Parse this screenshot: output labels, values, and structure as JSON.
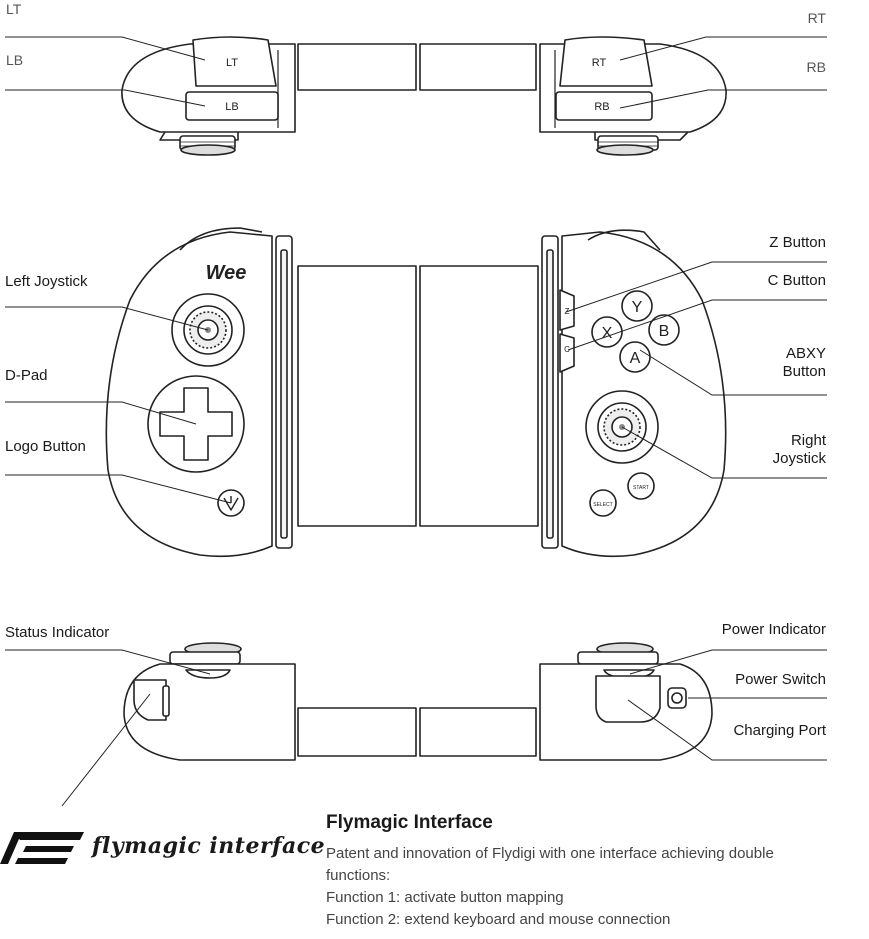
{
  "top_view": {
    "labels": {
      "lt_left": "LT",
      "lb_left": "LB",
      "rt_right": "RT",
      "rb_right": "RB"
    },
    "buttons": {
      "lt": "LT",
      "lb": "LB",
      "rt": "RT",
      "rb": "RB"
    }
  },
  "front_view": {
    "brand": "Wee",
    "labels": {
      "left_joystick": "Left Joystick",
      "dpad": "D-Pad",
      "logo_button": "Logo Button",
      "z_button": "Z Button",
      "c_button": "C Button",
      "abxy_button": "ABXY\nButton",
      "right_joystick": "Right\nJoystick"
    },
    "face_buttons": {
      "y": "Y",
      "x": "X",
      "b": "B",
      "a": "A",
      "z": "Z",
      "c": "C",
      "start": "START",
      "select": "SELECT"
    }
  },
  "bottom_view": {
    "labels": {
      "status_indicator": "Status Indicator",
      "power_indicator": "Power Indicator",
      "power_switch": "Power Switch",
      "charging_port": "Charging Port"
    }
  },
  "logo": {
    "text": "flymagic interface"
  },
  "info": {
    "title": "Flymagic Interface",
    "lines": [
      "Patent and innovation of Flydigi with one interface achieving double",
      "functions:",
      "Function 1: activate button mapping",
      "Function 2: extend keyboard and  mouse connection"
    ]
  }
}
